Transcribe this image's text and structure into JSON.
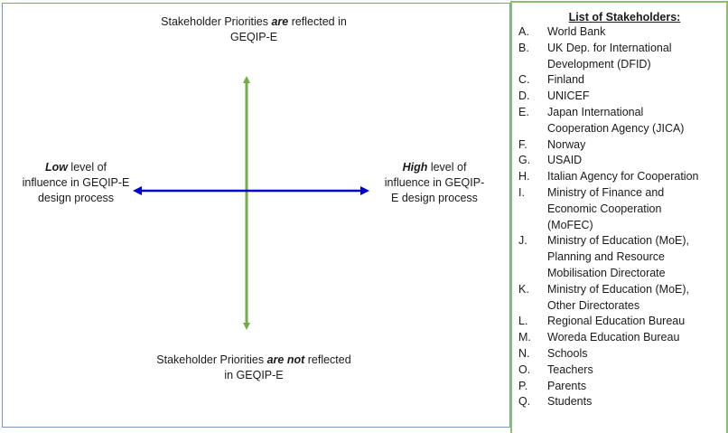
{
  "quadrant": {
    "top": {
      "pre": "Stakeholder Priorities ",
      "emph": "are",
      "post": " reflected in",
      "line2": "GEQIP-E"
    },
    "bottom": {
      "pre": "Stakeholder Priorities ",
      "emph": "are not",
      "post": " reflected",
      "line2": "in GEQIP-E"
    },
    "left": {
      "emph": "Low",
      "post": " level of",
      "line2": "influence in GEQIP-E",
      "line3": "design process"
    },
    "right": {
      "emph": "High",
      "post": " level of",
      "line2": "influence  in GEQIP-",
      "line3": "E design process"
    },
    "colors": {
      "vertical_arrow": "#70ad47",
      "horizontal_arrow": "#0000cc"
    }
  },
  "stakeholders": {
    "title": "List of Stakeholders:",
    "items": [
      {
        "letter": "A.",
        "lines": [
          "World Bank"
        ]
      },
      {
        "letter": "B.",
        "lines": [
          "UK Dep. for International",
          "Development (DFID)"
        ]
      },
      {
        "letter": "C.",
        "lines": [
          "Finland"
        ]
      },
      {
        "letter": "D.",
        "lines": [
          "UNICEF"
        ]
      },
      {
        "letter": "E.",
        "lines": [
          "Japan International",
          "Cooperation Agency (JICA)"
        ]
      },
      {
        "letter": "F.",
        "lines": [
          "Norway"
        ]
      },
      {
        "letter": "G.",
        "lines": [
          "USAID"
        ]
      },
      {
        "letter": "H.",
        "lines": [
          "Italian Agency for Cooperation"
        ]
      },
      {
        "letter": "I.",
        "lines": [
          "Ministry of Finance and",
          "Economic Cooperation",
          "(MoFEC)"
        ]
      },
      {
        "letter": "J.",
        "lines": [
          "Ministry of Education (MoE),",
          "Planning and Resource",
          "Mobilisation Directorate"
        ]
      },
      {
        "letter": "K.",
        "lines": [
          "Ministry of Education (MoE),",
          "Other Directorates"
        ]
      },
      {
        "letter": "L.",
        "lines": [
          "Regional Education Bureau"
        ]
      },
      {
        "letter": "M.",
        "lines": [
          "Woreda Education Bureau"
        ]
      },
      {
        "letter": "N.",
        "lines": [
          "Schools"
        ]
      },
      {
        "letter": "O.",
        "lines": [
          "Teachers"
        ]
      },
      {
        "letter": "P.",
        "lines": [
          "Parents"
        ]
      },
      {
        "letter": "Q.",
        "lines": [
          "Students"
        ]
      }
    ]
  }
}
